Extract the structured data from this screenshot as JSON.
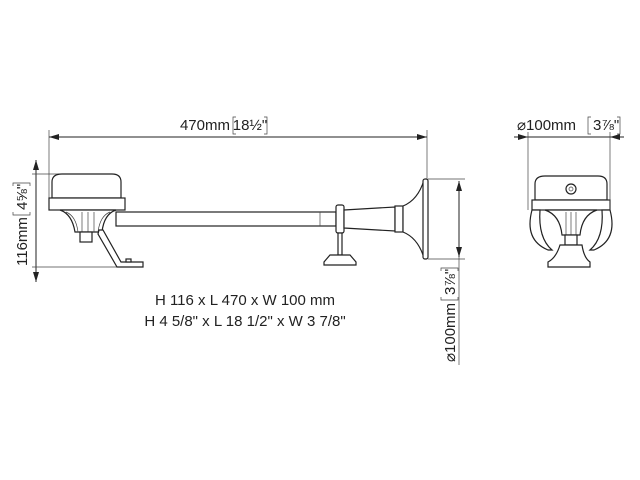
{
  "dimensions": {
    "length": "470mm",
    "length_in": "18½\"",
    "height": "116mm",
    "height_in": "4⅝\"",
    "bell_diameter": "⌀100mm",
    "bell_diameter_in": "3⅞\"",
    "width": "⌀100mm",
    "width_in": "3⅞\""
  },
  "spec": {
    "metric": "H 116 x L 470 x W 100 mm",
    "imperial": "H 4 5/8\" x L 18 1/2\" x W 3 7/8\""
  }
}
